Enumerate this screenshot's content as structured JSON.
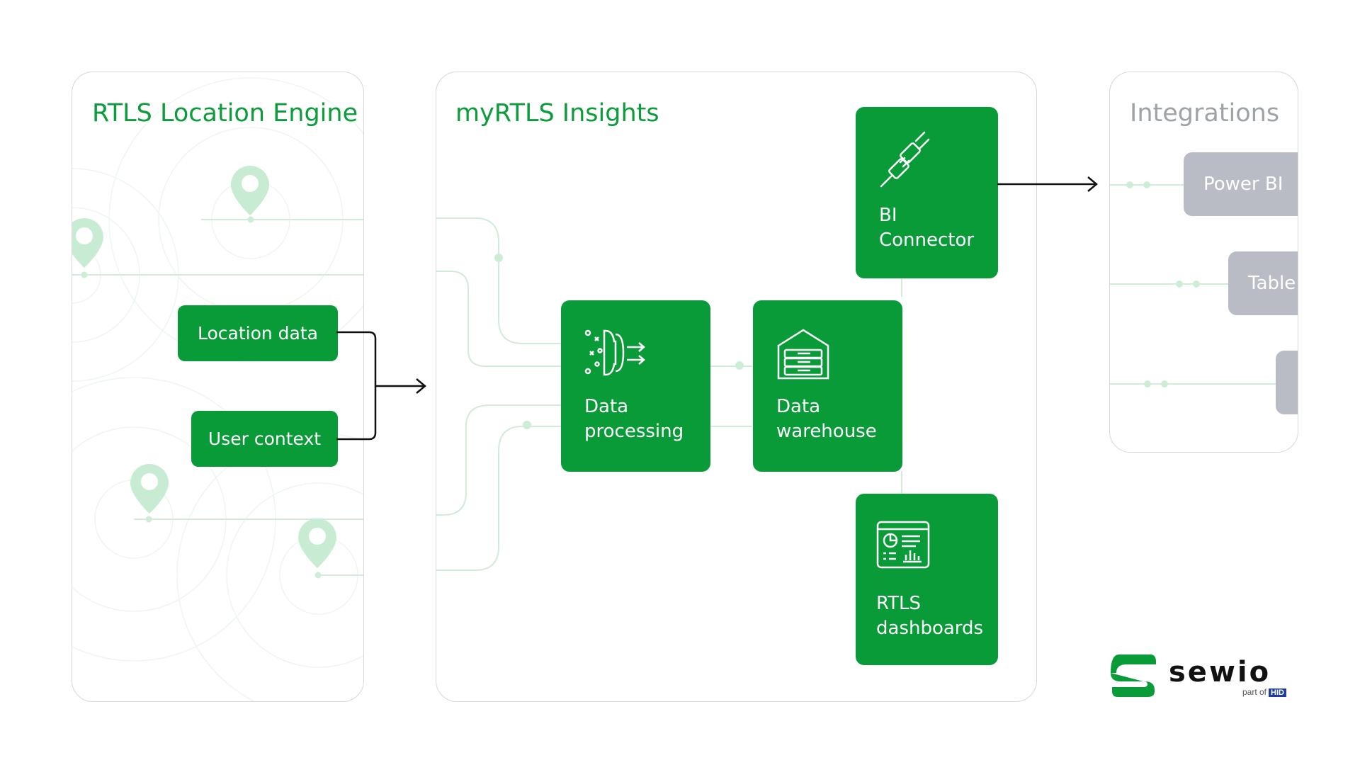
{
  "panels": {
    "engine": {
      "title": "RTLS Location Engine"
    },
    "insights": {
      "title": "myRTLS Insights"
    },
    "integrations": {
      "title": "Integrations"
    }
  },
  "engine_tags": {
    "location_data": "Location data",
    "user_context": "User context"
  },
  "insights_boxes": {
    "data_processing": {
      "line1": "Data",
      "line2": "processing",
      "icon": "data-processing-icon"
    },
    "data_warehouse": {
      "line1": "Data",
      "line2": "warehouse",
      "icon": "warehouse-icon"
    },
    "bi_connector": {
      "line1": "BI",
      "line2": "Connector",
      "icon": "plug-connector-icon"
    },
    "rtls_dashboards": {
      "line1": "RTLS",
      "line2": "dashboards",
      "icon": "dashboard-icon"
    }
  },
  "integrations": {
    "items": [
      "Power BI",
      "Table",
      ""
    ]
  },
  "logo": {
    "wordmark": "sewio",
    "tagline": "part of",
    "parent": "HID"
  },
  "colors": {
    "brand_green": "#089b37",
    "title_green": "#0d9c3b",
    "light_line": "#cfe9d6",
    "integration_grey": "#b9bcc4",
    "panel_border": "#d6d8dc"
  }
}
